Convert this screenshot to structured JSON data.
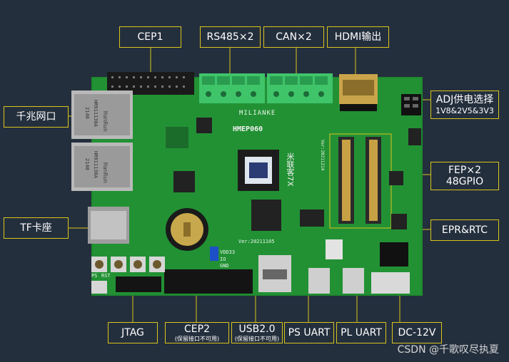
{
  "labels": {
    "cep1": "CEP1",
    "rs485": "RS485×2",
    "can": "CAN×2",
    "hdmi": "HDMI输出",
    "adj_title": "ADJ供电选择",
    "adj_sub": "1V8&2V5&3V3",
    "gige": "千兆网口",
    "tf": "TF卡座",
    "fep_title": "FEP×2",
    "fep_sub": "48GPIO",
    "eprrtc": "EPR&RTC",
    "jtag": "JTAG",
    "cep2": "CEP2",
    "cep2_note": "(保留接口不可用)",
    "usb": "USB2.0",
    "usb_note": "(保留接口不可用)",
    "psuart": "PS UART",
    "pluart": "PL UART",
    "dc": "DC-12V"
  },
  "board": {
    "brand": "MILIANKE",
    "model": "HMEP060",
    "chip_cn": "米联客7X",
    "rj45_brand": "HanRun",
    "rj45_part": "HR911130A",
    "rj45_code": "2140",
    "version": "Ver:20211105",
    "version2": "Ver:20211214",
    "btn_ps": "PS",
    "btn_rst": "RST",
    "vdd": "VDD33",
    "gnd": "GND",
    "io": "IO"
  },
  "watermark": "CSDN @千歌叹尽执夏",
  "colors": {
    "background": "#242f3d",
    "label_border": "#d9c41c",
    "pcb_green": "#1f8a2e",
    "terminal_green": "#3fc46a"
  }
}
